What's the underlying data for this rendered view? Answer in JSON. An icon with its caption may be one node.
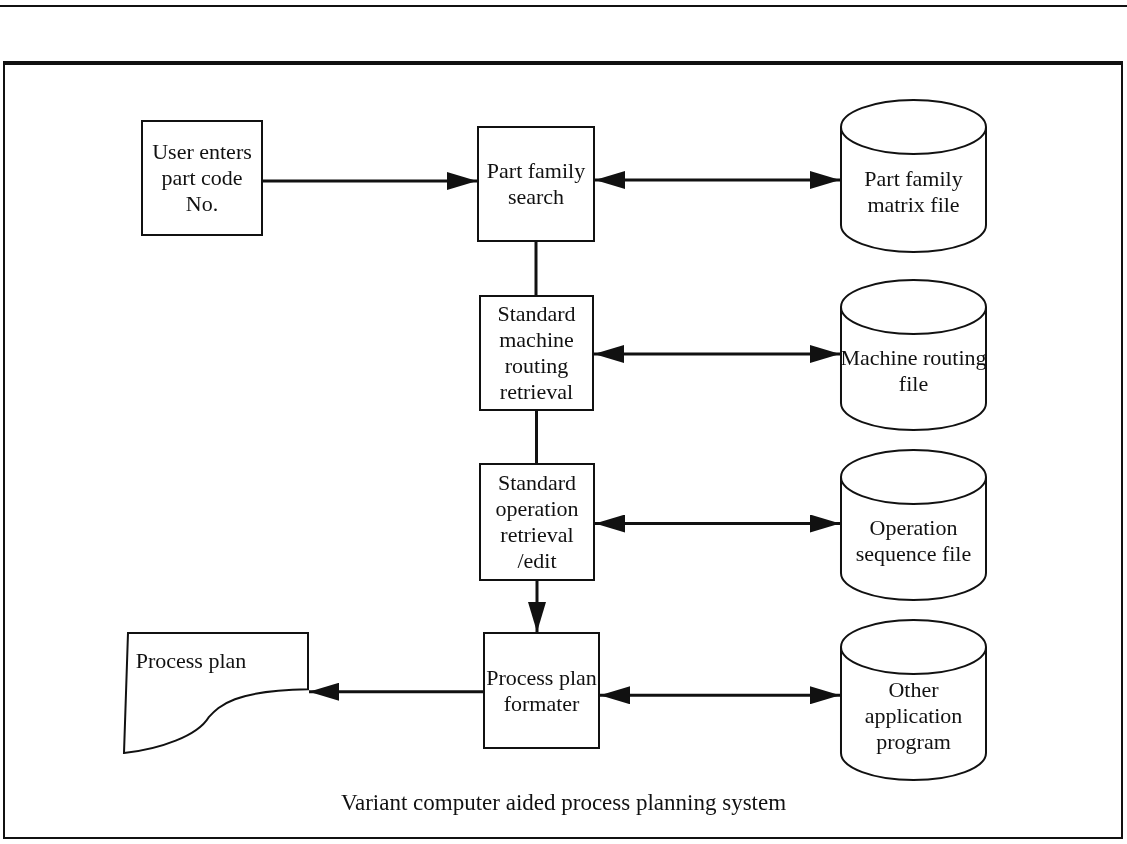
{
  "diagram": {
    "caption": "Variant computer aided process planning system",
    "nodes": [
      {
        "text": [
          "User enters part code No."
        ]
      },
      {
        "text": [
          "Part family search"
        ]
      },
      {
        "text": [
          "Standard machine routing retrieval"
        ]
      },
      {
        "text": [
          "Standard operation retrieval /edit"
        ]
      },
      {
        "text": [
          "Process plan formater"
        ]
      },
      {
        "text": [
          "Process plan"
        ]
      },
      {
        "text": [
          "Part family matrix file"
        ]
      },
      {
        "text": [
          "Machine routing file"
        ]
      },
      {
        "text": [
          "Operation sequence file"
        ]
      },
      {
        "text": [
          "Other application program"
        ]
      }
    ],
    "edges": [
      {
        "from": 0,
        "to": 1,
        "arrow": "to"
      },
      {
        "from": 1,
        "to": 6,
        "arrow": "both"
      },
      {
        "from": 1,
        "to": 2,
        "arrow": "none"
      },
      {
        "from": 2,
        "to": 7,
        "arrow": "both"
      },
      {
        "from": 2,
        "to": 3,
        "arrow": "none"
      },
      {
        "from": 3,
        "to": 8,
        "arrow": "both"
      },
      {
        "from": 3,
        "to": 4,
        "arrow": "to"
      },
      {
        "from": 4,
        "to": 9,
        "arrow": "both"
      },
      {
        "from": 4,
        "to": 5,
        "arrow": "to"
      }
    ]
  }
}
